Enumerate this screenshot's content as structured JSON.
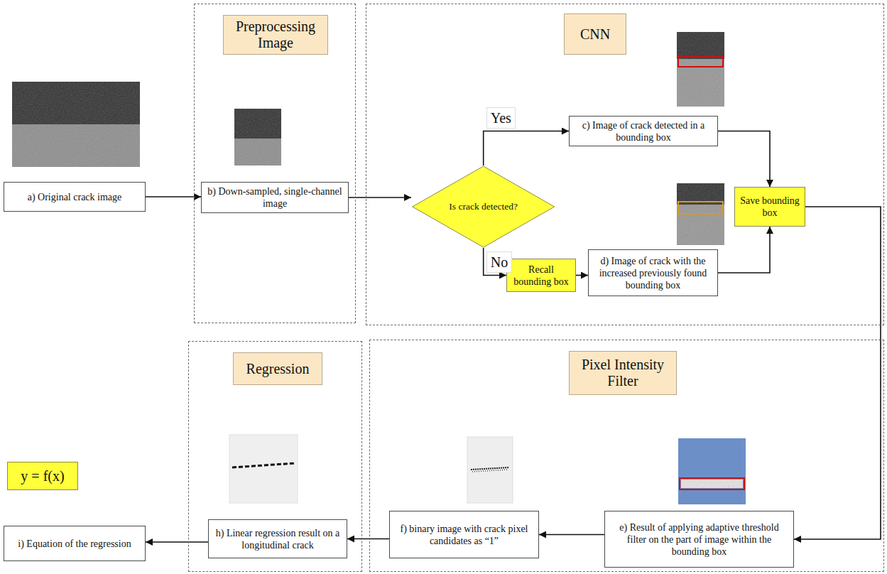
{
  "diagram": {
    "nodes": [
      {
        "text": [
          "a) Original crack image"
        ]
      },
      {
        "text": [
          "Preprocessing Image"
        ]
      },
      {
        "text": [
          "b) Down-sampled, single-channel image"
        ],
        "in": 1
      },
      {
        "text": [
          "CNN"
        ]
      },
      {
        "text": [
          "Is crack detected?"
        ],
        "in": 3
      },
      {
        "text": [
          "c) Image of crack detected in a bounding box"
        ],
        "in": 3
      },
      {
        "text": [
          "Recall bounding box"
        ],
        "in": 3
      },
      {
        "text": [
          "d) Image of crack with the increased previously found bounding box"
        ],
        "in": 3
      },
      {
        "text": [
          "Save bounding box"
        ],
        "in": 3
      },
      {
        "text": [
          "Regression"
        ]
      },
      {
        "text": [
          "h) Linear regression result on a longitudinal crack"
        ],
        "in": 9
      },
      {
        "text": [
          "Pixel Intensity Filter"
        ]
      },
      {
        "text": [
          "f) binary image with crack pixel candidates as “1”"
        ],
        "in": 11
      },
      {
        "text": [
          "e) Result of applying adaptive threshold filter on the part of image within the bounding box"
        ],
        "in": 11
      },
      {
        "text": [
          "y = f(x)"
        ]
      },
      {
        "text": [
          "i) Equation of the regression"
        ]
      }
    ],
    "edges": [
      {
        "from": 0,
        "to": 2,
        "arrow": "to"
      },
      {
        "from": 2,
        "to": 4,
        "arrow": "to"
      },
      {
        "from": 4,
        "to": 5,
        "label": "Yes",
        "arrow": "to"
      },
      {
        "from": 4,
        "to": 6,
        "label": "No",
        "arrow": "to"
      },
      {
        "from": 6,
        "to": 7,
        "arrow": "to"
      },
      {
        "from": 5,
        "to": 8,
        "arrow": "to"
      },
      {
        "from": 7,
        "to": 8,
        "arrow": "to"
      },
      {
        "from": 8,
        "to": 13,
        "arrow": "to"
      },
      {
        "from": 13,
        "to": 12,
        "arrow": "to"
      },
      {
        "from": 12,
        "to": 10,
        "arrow": "to"
      },
      {
        "from": 10,
        "to": 15,
        "arrow": "to"
      }
    ]
  }
}
